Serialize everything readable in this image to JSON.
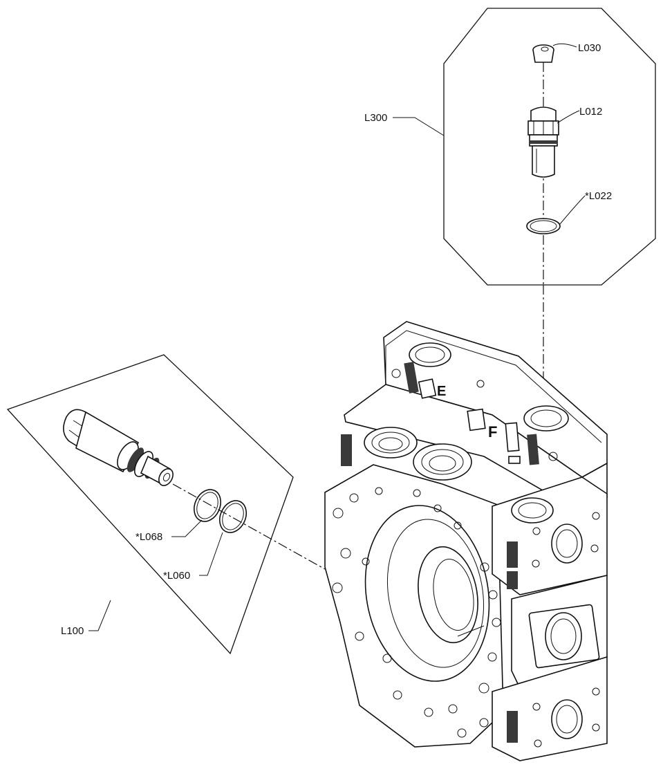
{
  "callouts": {
    "l030": "L030",
    "l012": "L012",
    "l022": "*L022",
    "l300": "L300",
    "l068": "*L068",
    "l060": "*L060",
    "l100": "L100"
  },
  "colors": {
    "line": "#111111",
    "background": "#ffffff",
    "shade": "#3a3a3a"
  },
  "body_markings": [
    "F",
    "E"
  ]
}
